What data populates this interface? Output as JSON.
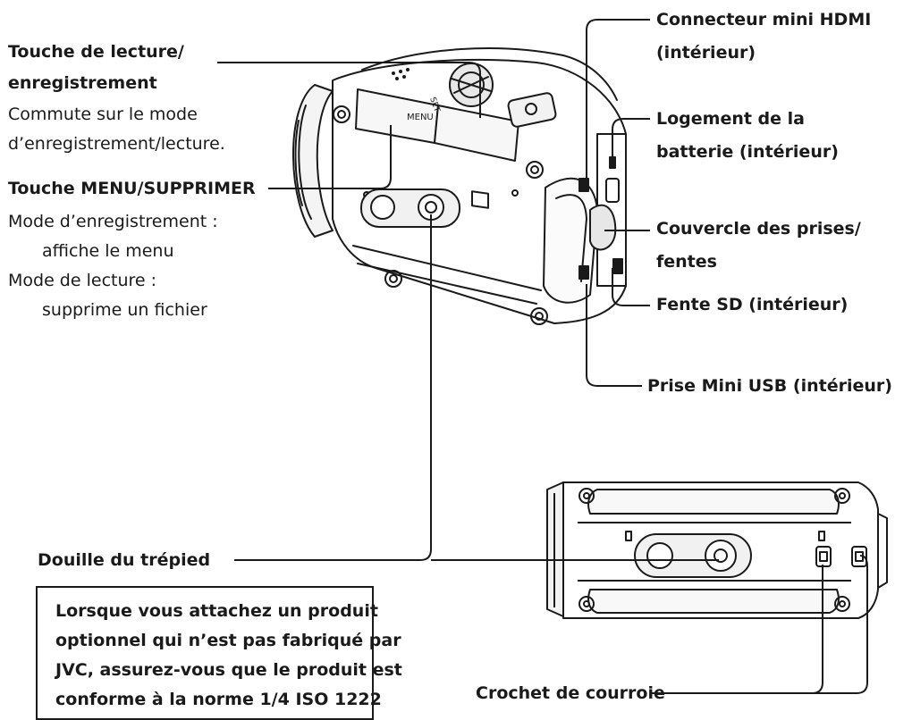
{
  "labels": {
    "play_rec_title_1": "Touche de lecture/",
    "play_rec_title_2": "enregistrement",
    "play_rec_desc_1": "Commute sur le mode",
    "play_rec_desc_2": "d’enregistrement/lecture.",
    "menu_title": "Touche MENU/SUPPRIMER",
    "menu_desc_1": "Mode d’enregistrement :",
    "menu_desc_2": "affiche le menu",
    "menu_desc_3": "Mode de lecture :",
    "menu_desc_4": "supprime un fichier",
    "hdmi_1": "Connecteur mini HDMI",
    "hdmi_2": "(intérieur)",
    "battery_1": "Logement de la",
    "battery_2": "batterie (intérieur)",
    "cover_1": "Couvercle des prises/",
    "cover_2": "fentes",
    "sd": "Fente SD (intérieur)",
    "usb": "Prise Mini USB (intérieur)",
    "tripod": "Douille du trépied",
    "strap": "Crochet de courroie"
  },
  "camera": {
    "menu_print": "MENU",
    "set_print": "SET"
  },
  "note": {
    "line_1": "Lorsque vous attachez un produit",
    "line_2": "optionnel qui n’est pas fabriqué par",
    "line_3": "JVC, assurez-vous que le produit est",
    "line_4": "conforme à la norme 1/4 ISO 1222"
  }
}
